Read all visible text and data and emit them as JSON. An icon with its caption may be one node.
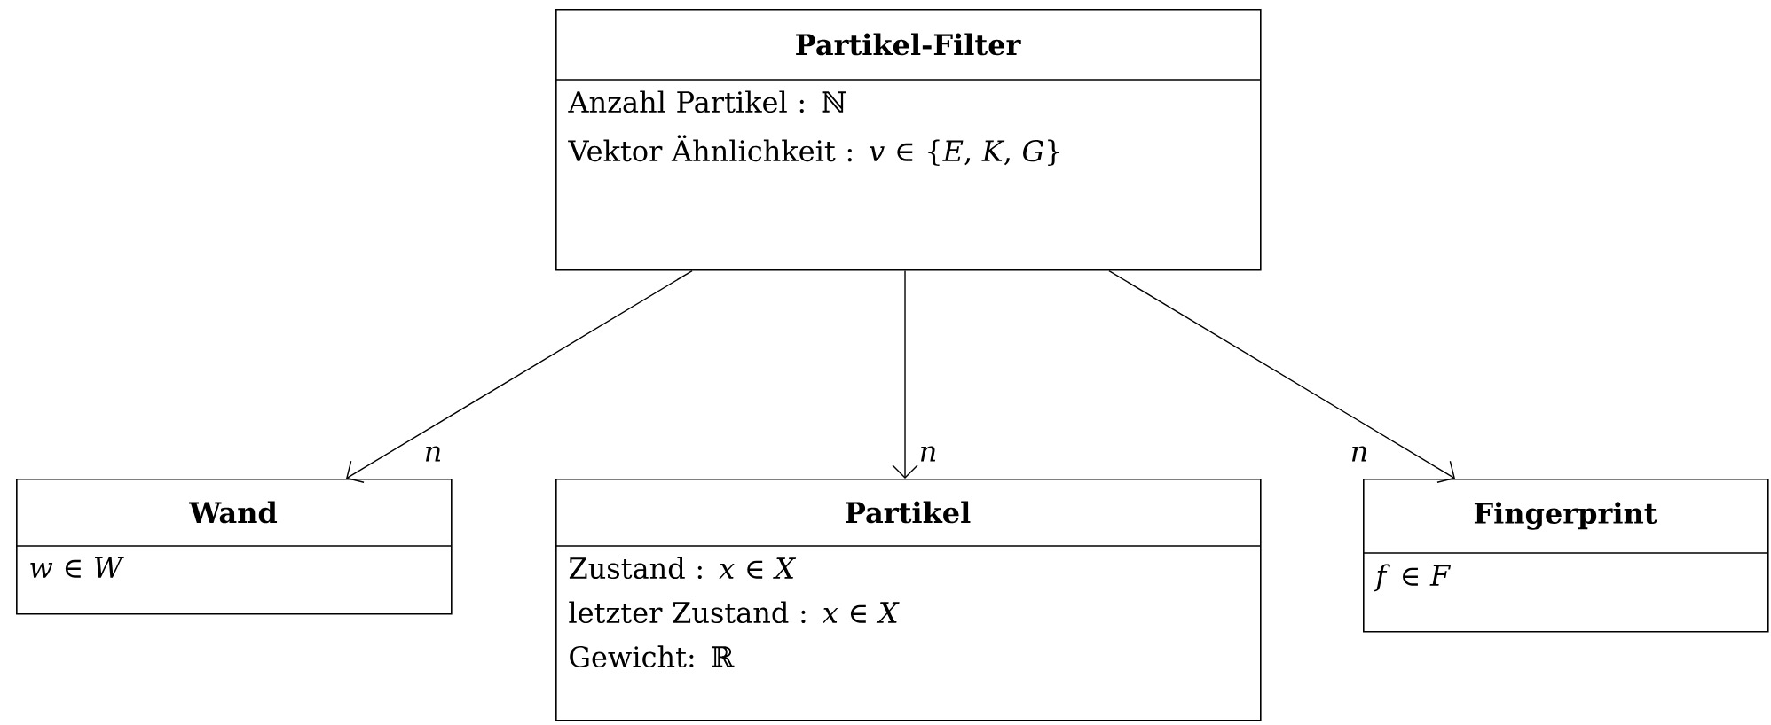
{
  "diagram": {
    "nodes": [
      {
        "text": [
          "Partikel-Filter",
          "Anzahl Partikel : ℕ",
          "Vektor Ähnlichkeit : *v* ∈ {*E*, *K*, *G*}"
        ]
      },
      {
        "text": [
          "Wand",
          "*w* ∈ *W*"
        ]
      },
      {
        "text": [
          "Partikel",
          "Zustand : *x* ∈ *X*",
          "letzter Zustand : *x* ∈ *X*",
          "Gewicht: ℝ"
        ]
      },
      {
        "text": [
          "Fingerprint",
          "*f* ∈ *F*"
        ]
      }
    ],
    "edges": [
      {
        "from": 0,
        "to": 1,
        "arrow": "to",
        "label": "n"
      },
      {
        "from": 0,
        "to": 2,
        "arrow": "to",
        "label": "n"
      },
      {
        "from": 0,
        "to": 3,
        "arrow": "to",
        "label": "n"
      }
    ]
  }
}
